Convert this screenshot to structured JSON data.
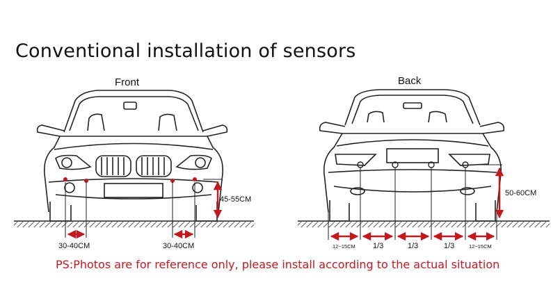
{
  "title": "Conventional installation  of sensors",
  "front": {
    "label": "Front",
    "height_label": "45-55CM",
    "side_left_label": "30-40CM",
    "side_right_label": "30-40CM"
  },
  "back": {
    "label": "Back",
    "height_label": "50-60CM",
    "spacing_labels": [
      "12~15CM",
      "1/3",
      "1/3",
      "1/3",
      "12~15CM"
    ]
  },
  "note": "PS:Photos are for reference only, please install according to the actual situation",
  "colors": {
    "accent": "#c2191f",
    "line": "#222222"
  }
}
